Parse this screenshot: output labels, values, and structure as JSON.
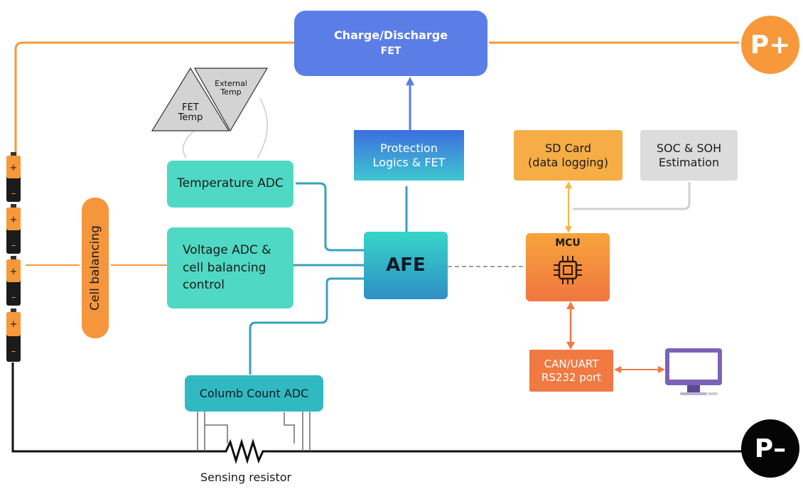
{
  "blocks": {
    "fet": {
      "line1": "Charge/Discharge",
      "line2": "FET"
    },
    "protection": "Protection\nLogics & FET",
    "sd_card": "SD Card\n(data logging)",
    "soc": "SOC & SOH\nEstimation",
    "temperature_adc": "Temperature ADC",
    "voltage_adc": "Voltage ADC &\ncell balancing\ncontrol",
    "afe": "AFE",
    "mcu": "MCU",
    "can": "CAN/UART\nRS232 port",
    "columb": "Columb Count ADC",
    "cell_balancing": "Cell balancing"
  },
  "sensors": {
    "fet_temp": "FET\nTemp",
    "external_temp": "External\nTemp"
  },
  "terminals": {
    "positive": "P+",
    "negative": "P–"
  },
  "sensing_resistor": "Sensing resistor",
  "battery_cells": [
    {
      "plus": "+",
      "minus": "–"
    },
    {
      "plus": "+",
      "minus": "–"
    },
    {
      "plus": "+",
      "minus": "–"
    },
    {
      "plus": "+",
      "minus": "–"
    }
  ],
  "icons": [
    "chip-icon",
    "computer-monitor-icon",
    "battery-cell-icon",
    "resistor-icon"
  ],
  "colors": {
    "power_line_orange": "#f7993a",
    "ground_line": "#111111",
    "teal_block": "#4fd9c4",
    "fet_blue": "#5b7ee6",
    "mcu_orange": "#f38a3f"
  }
}
